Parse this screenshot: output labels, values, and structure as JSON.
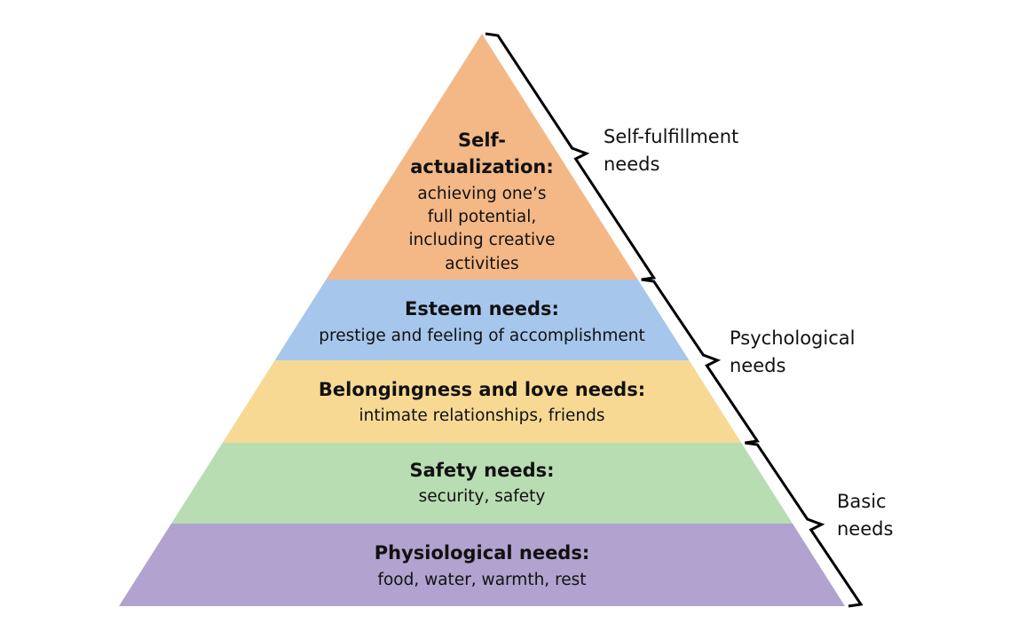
{
  "levels": [
    {
      "id": "self-actualization",
      "title_lines": [
        "Self-",
        "actualization:"
      ],
      "desc_lines": [
        "achieving one’s",
        "full potential,",
        "including creative",
        "activities"
      ],
      "color": "#F4B886"
    },
    {
      "id": "esteem",
      "title_lines": [
        "Esteem needs:"
      ],
      "desc_lines": [
        "prestige and feeling of accomplishment"
      ],
      "color": "#A6C6EC"
    },
    {
      "id": "belongingness",
      "title_lines": [
        "Belongingness and love needs:"
      ],
      "desc_lines": [
        "intimate relationships, friends"
      ],
      "color": "#F8D994"
    },
    {
      "id": "safety",
      "title_lines": [
        "Safety needs:"
      ],
      "desc_lines": [
        "security, safety"
      ],
      "color": "#B8DDB2"
    },
    {
      "id": "physiological",
      "title_lines": [
        "Physiological needs:"
      ],
      "desc_lines": [
        "food, water, warmth, rest"
      ],
      "color": "#B1A2CF"
    }
  ],
  "groups": [
    {
      "id": "self-fulfillment",
      "label_lines": [
        "Self-fulfillment",
        "needs"
      ]
    },
    {
      "id": "psychological",
      "label_lines": [
        "Psychological",
        "needs"
      ]
    },
    {
      "id": "basic",
      "label_lines": [
        "Basic",
        "needs"
      ]
    }
  ]
}
